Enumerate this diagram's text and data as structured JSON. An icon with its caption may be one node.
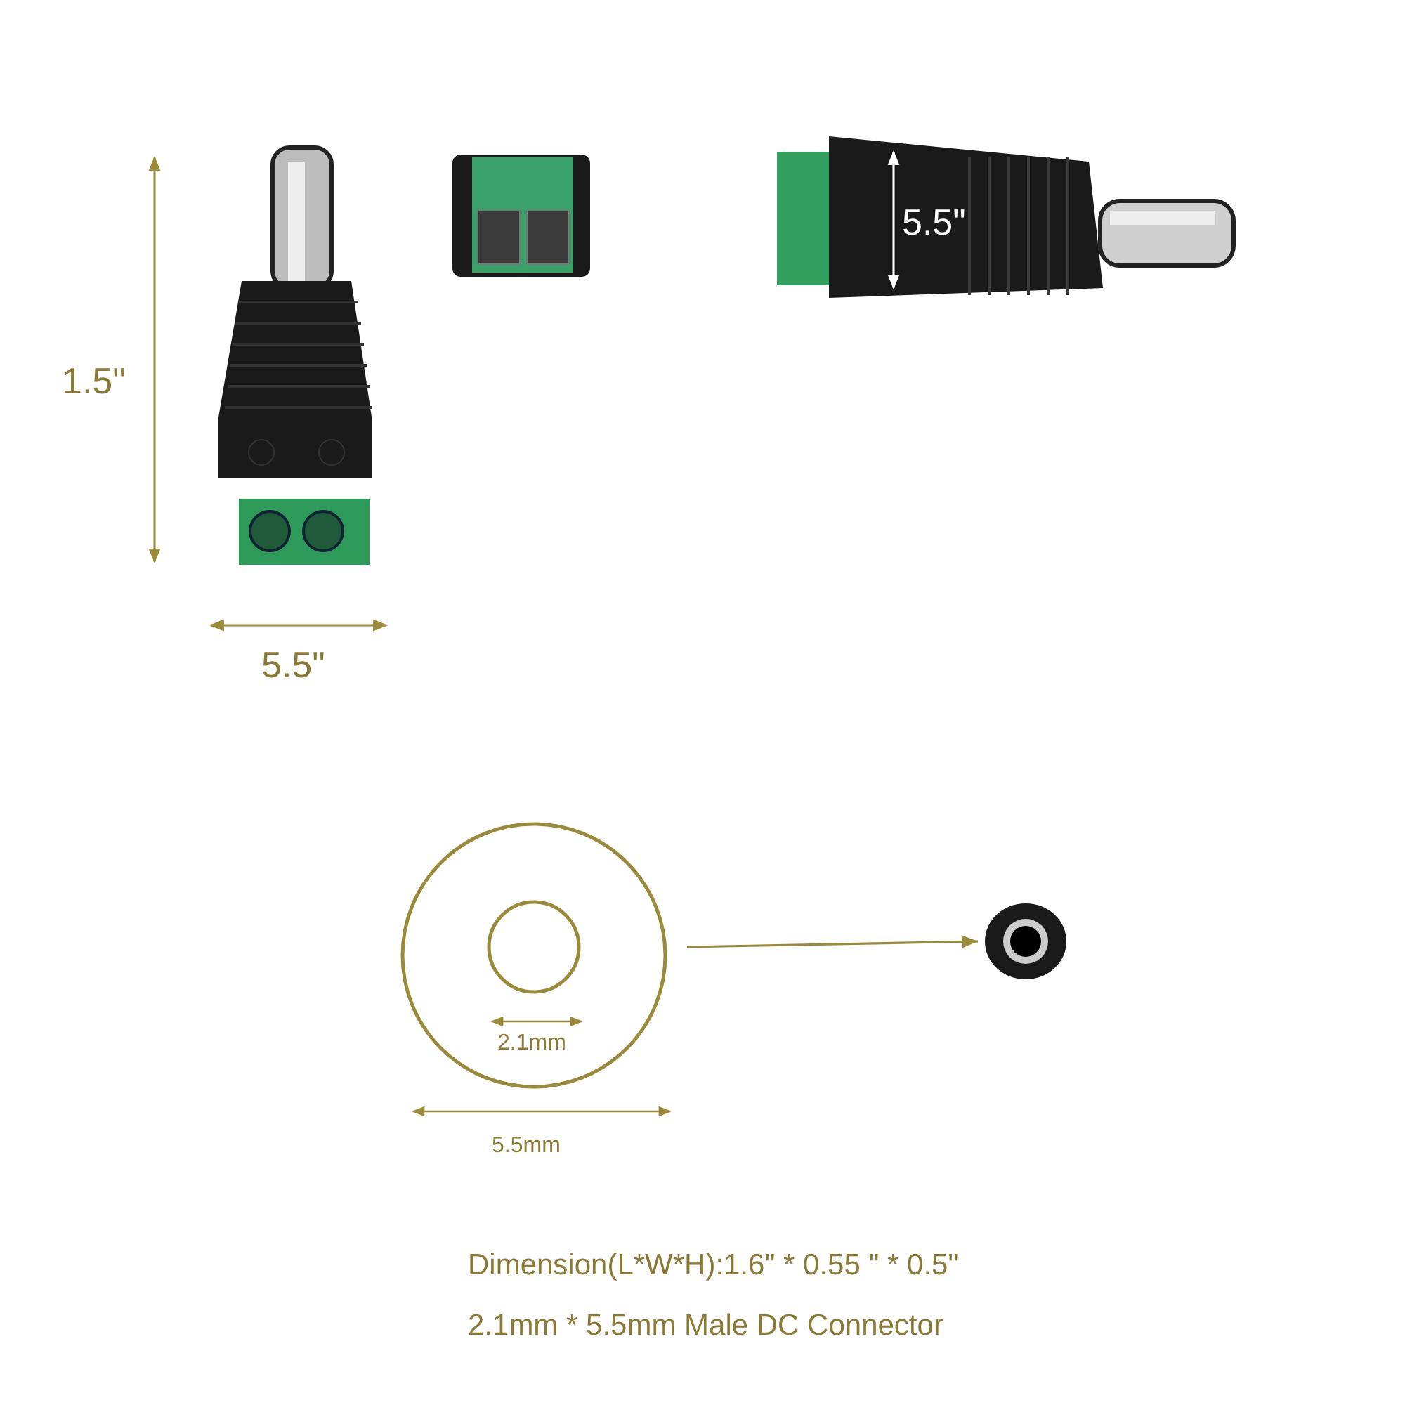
{
  "diagram": {
    "nodes": [
      {
        "text": [],
        "shape": "circle"
      },
      {
        "text": [],
        "shape": "picture"
      }
    ],
    "edges": [
      {
        "from": 0,
        "to": 1,
        "arrow": "to"
      }
    ],
    "labels": [
      "1.5\"",
      "5.5\"",
      "5.5\"",
      "2.1mm",
      "5.5mm",
      "Dimension(L*W*H):1.6\" * 0.55 \" * 0.5\"",
      "2.1mm * 5.5mm Male DC Connector"
    ]
  }
}
